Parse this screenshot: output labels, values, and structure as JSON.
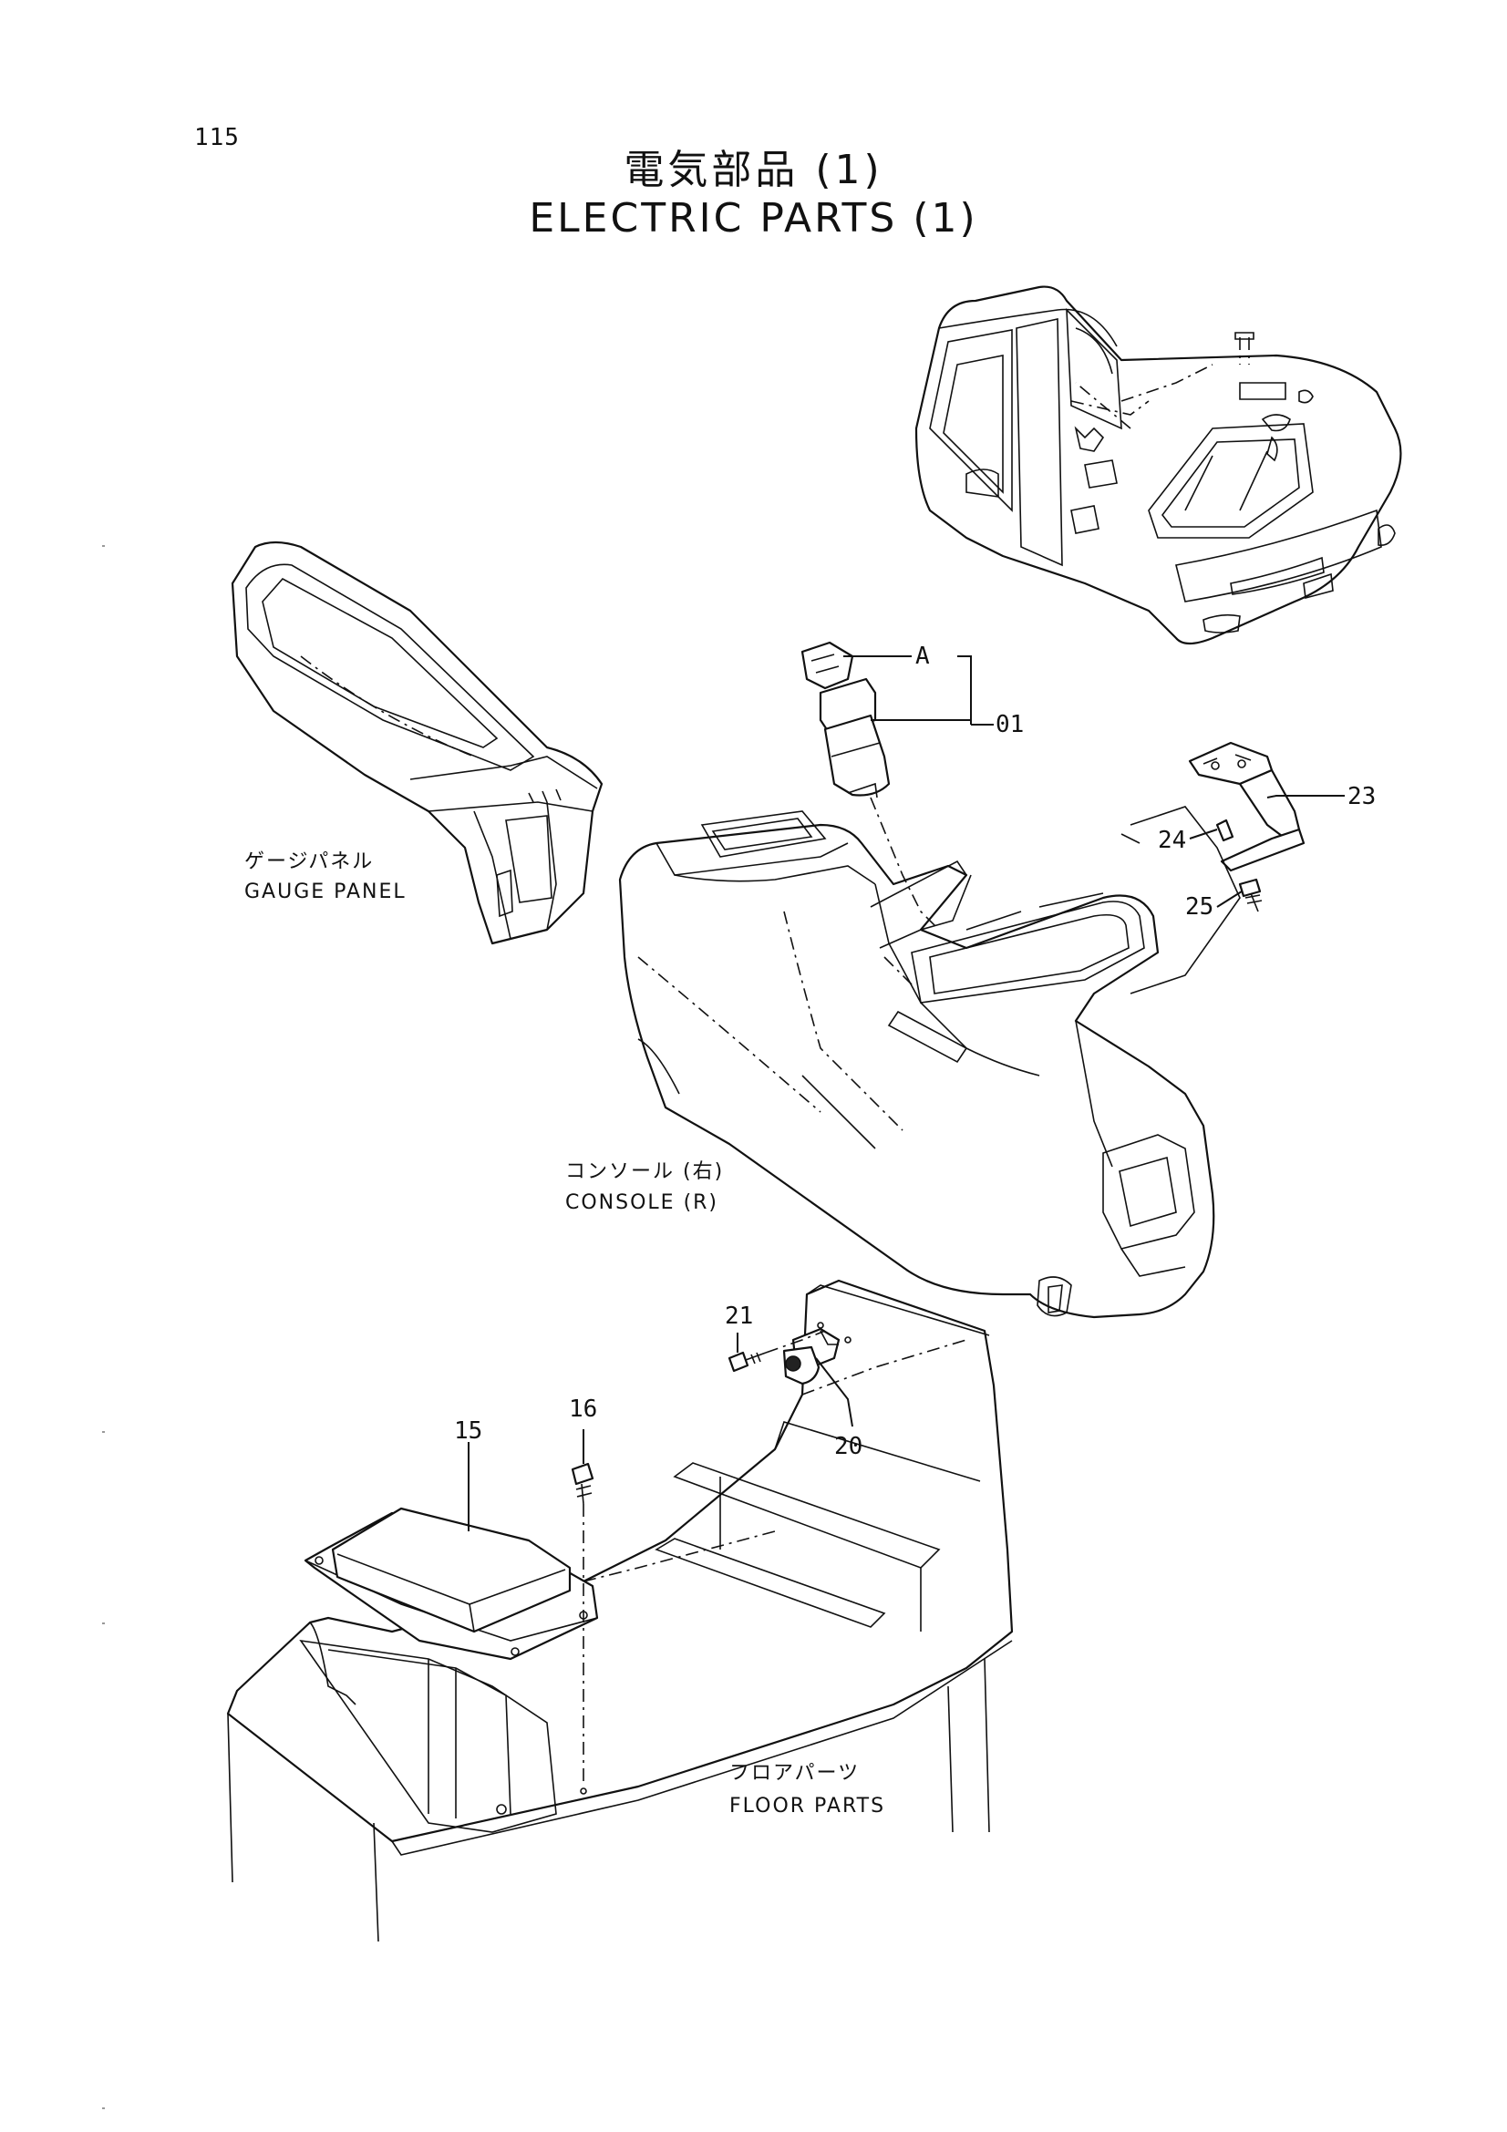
{
  "page": {
    "number": "115",
    "title_jp": "電気部品 (1)",
    "title_en": "ELECTRIC PARTS (1)"
  },
  "assemblies": {
    "gauge_panel": {
      "jp": "ゲージパネル",
      "en": "GAUGE PANEL"
    },
    "console_r": {
      "jp": "コンソール (右)",
      "en": "CONSOLE (R)"
    },
    "floor_parts": {
      "jp": "フロアパーツ",
      "en": "FLOOR PARTS"
    }
  },
  "callouts": {
    "a": "A",
    "p01": "01",
    "p15": "15",
    "p16": "16",
    "p20": "20",
    "p21": "21",
    "p23": "23",
    "p24": "24",
    "p25": "25"
  }
}
